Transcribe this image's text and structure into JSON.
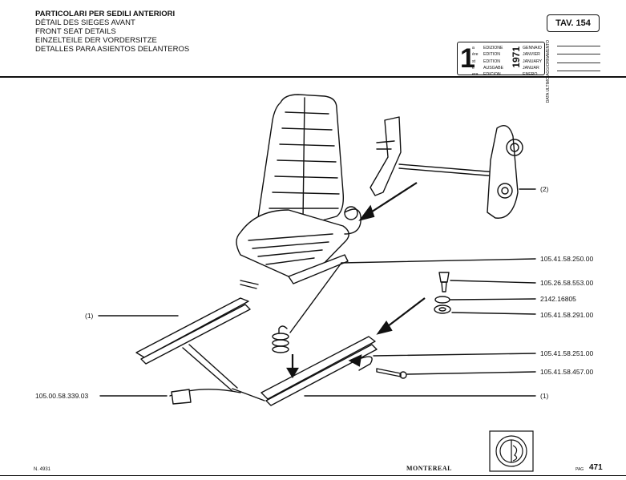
{
  "header": {
    "title_it": "PARTICOLARI PER SEDILI ANTERIORI",
    "title_fr": "DÉTAIL DES SIEGES AVANT",
    "title_en": "FRONT SEAT DETAILS",
    "title_de": "EINZELTEILE DER VORDERSITZE",
    "title_es": "DETALLES PARA ASIENTOS DELANTEROS",
    "table_number": "TAV. 154"
  },
  "edition_box": {
    "number": "1",
    "year": "1971",
    "labels_left": [
      "a",
      "ère",
      "st",
      "e",
      "era"
    ],
    "labels": [
      "EDIZIONE",
      "EDITION",
      "EDITION",
      "AUSGABE",
      "EDICION"
    ],
    "months": [
      "GENNAIO",
      "JANVIER",
      "JANUARY",
      "JANUAR",
      "ENERO"
    ],
    "update_label": "DATA ULTIMO AGGIORNAMENTO"
  },
  "callouts": [
    {
      "text": "(2)",
      "name": "callout-2"
    },
    {
      "text": "105.41.58.250.00",
      "name": "callout-105-41-58-250-00"
    },
    {
      "text": "105.26.58.553.00",
      "name": "callout-105-26-58-553-00"
    },
    {
      "text": "2142.16805",
      "name": "callout-2142-16805"
    },
    {
      "text": "105.41.58.291.00",
      "name": "callout-105-41-58-291-00"
    },
    {
      "text": "(1)",
      "name": "callout-1-left"
    },
    {
      "text": "105.41.58.251.00",
      "name": "callout-105-41-58-251-00"
    },
    {
      "text": "105.41.58.457.00",
      "name": "callout-105-41-58-457-00"
    },
    {
      "text": "105.00.58.339.03",
      "name": "callout-105-00-58-339-03"
    },
    {
      "text": "(1)",
      "name": "callout-1-right"
    }
  ],
  "footer": {
    "doc_number": "N. 4931",
    "brand": "MONTEREAL",
    "page_label": "PAG",
    "page_number": "471"
  }
}
